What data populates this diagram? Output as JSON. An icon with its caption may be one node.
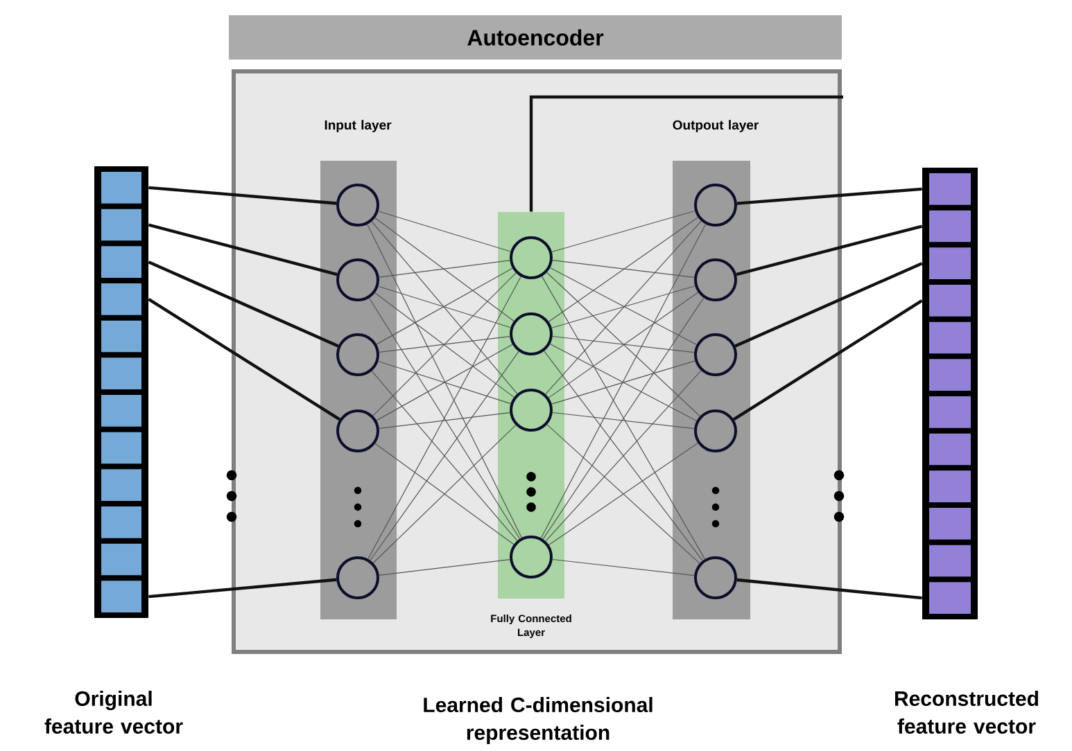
{
  "diagram": {
    "nodes": [
      {
        "text": [
          "Autoencoder"
        ]
      },
      {
        "text": [],
        "shape": "box"
      },
      {
        "text": [
          "Input layer"
        ],
        "in": 1
      },
      {
        "text": [
          "Fully Connected Layer"
        ],
        "in": 1
      },
      {
        "text": [
          "Outpout layer"
        ],
        "in": 1
      },
      {
        "text": [],
        "shape": "circle",
        "in": 2
      },
      {
        "text": [],
        "shape": "circle",
        "in": 2
      },
      {
        "text": [],
        "shape": "circle",
        "in": 2
      },
      {
        "text": [],
        "shape": "circle",
        "in": 2
      },
      {
        "text": [],
        "shape": "circle",
        "in": 2
      },
      {
        "text": [],
        "shape": "circle",
        "in": 3
      },
      {
        "text": [],
        "shape": "circle",
        "in": 3
      },
      {
        "text": [],
        "shape": "circle",
        "in": 3
      },
      {
        "text": [],
        "shape": "circle",
        "in": 3
      },
      {
        "text": [],
        "shape": "circle",
        "in": 4
      },
      {
        "text": [],
        "shape": "circle",
        "in": 4
      },
      {
        "text": [],
        "shape": "circle",
        "in": 4
      },
      {
        "text": [],
        "shape": "circle",
        "in": 4
      },
      {
        "text": [],
        "shape": "circle",
        "in": 4
      },
      {
        "text": [],
        "shape": "bar",
        "beside": [
          "Original feature vector"
        ]
      },
      {
        "text": [],
        "shape": "bar",
        "beside": [
          "Reconstructed feature vector"
        ]
      }
    ],
    "edges": [
      {
        "from": 19,
        "to": 5,
        "arrow": "none",
        "style": "thick",
        "color": "#111111"
      },
      {
        "from": 19,
        "to": 6,
        "arrow": "none",
        "style": "thick",
        "color": "#111111"
      },
      {
        "from": 19,
        "to": 7,
        "arrow": "none",
        "style": "thick",
        "color": "#111111"
      },
      {
        "from": 19,
        "to": 8,
        "arrow": "none",
        "style": "thick",
        "color": "#111111"
      },
      {
        "from": 19,
        "to": 9,
        "arrow": "none",
        "style": "thick",
        "color": "#111111"
      },
      {
        "from": 5,
        "to": 10,
        "arrow": "none"
      },
      {
        "from": 5,
        "to": 11,
        "arrow": "none"
      },
      {
        "from": 5,
        "to": 12,
        "arrow": "none"
      },
      {
        "from": 5,
        "to": 13,
        "arrow": "none"
      },
      {
        "from": 6,
        "to": 10,
        "arrow": "none"
      },
      {
        "from": 6,
        "to": 11,
        "arrow": "none"
      },
      {
        "from": 6,
        "to": 12,
        "arrow": "none"
      },
      {
        "from": 6,
        "to": 13,
        "arrow": "none"
      },
      {
        "from": 7,
        "to": 10,
        "arrow": "none"
      },
      {
        "from": 7,
        "to": 11,
        "arrow": "none"
      },
      {
        "from": 7,
        "to": 12,
        "arrow": "none"
      },
      {
        "from": 7,
        "to": 13,
        "arrow": "none"
      },
      {
        "from": 8,
        "to": 10,
        "arrow": "none"
      },
      {
        "from": 8,
        "to": 11,
        "arrow": "none"
      },
      {
        "from": 8,
        "to": 12,
        "arrow": "none"
      },
      {
        "from": 8,
        "to": 13,
        "arrow": "none"
      },
      {
        "from": 9,
        "to": 10,
        "arrow": "none"
      },
      {
        "from": 9,
        "to": 11,
        "arrow": "none"
      },
      {
        "from": 9,
        "to": 12,
        "arrow": "none"
      },
      {
        "from": 9,
        "to": 13,
        "arrow": "none"
      },
      {
        "from": 10,
        "to": 14,
        "arrow": "none"
      },
      {
        "from": 10,
        "to": 15,
        "arrow": "none"
      },
      {
        "from": 10,
        "to": 16,
        "arrow": "none"
      },
      {
        "from": 10,
        "to": 17,
        "arrow": "none"
      },
      {
        "from": 10,
        "to": 18,
        "arrow": "none"
      },
      {
        "from": 11,
        "to": 14,
        "arrow": "none"
      },
      {
        "from": 11,
        "to": 15,
        "arrow": "none"
      },
      {
        "from": 11,
        "to": 16,
        "arrow": "none"
      },
      {
        "from": 11,
        "to": 17,
        "arrow": "none"
      },
      {
        "from": 11,
        "to": 18,
        "arrow": "none"
      },
      {
        "from": 12,
        "to": 14,
        "arrow": "none"
      },
      {
        "from": 12,
        "to": 15,
        "arrow": "none"
      },
      {
        "from": 12,
        "to": 16,
        "arrow": "none"
      },
      {
        "from": 12,
        "to": 17,
        "arrow": "none"
      },
      {
        "from": 12,
        "to": 18,
        "arrow": "none"
      },
      {
        "from": 13,
        "to": 14,
        "arrow": "none"
      },
      {
        "from": 13,
        "to": 15,
        "arrow": "none"
      },
      {
        "from": 13,
        "to": 16,
        "arrow": "none"
      },
      {
        "from": 13,
        "to": 17,
        "arrow": "none"
      },
      {
        "from": 13,
        "to": 18,
        "arrow": "none"
      },
      {
        "from": 14,
        "to": 20,
        "arrow": "none",
        "style": "thick",
        "color": "#111111"
      },
      {
        "from": 15,
        "to": 20,
        "arrow": "none",
        "style": "thick",
        "color": "#111111"
      },
      {
        "from": 16,
        "to": 20,
        "arrow": "none",
        "style": "thick",
        "color": "#111111"
      },
      {
        "from": 17,
        "to": 20,
        "arrow": "none",
        "style": "thick",
        "color": "#111111"
      },
      {
        "from": 18,
        "to": 20,
        "arrow": "none",
        "style": "thick",
        "color": "#111111"
      },
      {
        "from": 3,
        "to": null,
        "arrow": "none",
        "style": "thick",
        "color": "#111111"
      }
    ],
    "labels": [
      "Learned C-dimensional representation"
    ]
  }
}
